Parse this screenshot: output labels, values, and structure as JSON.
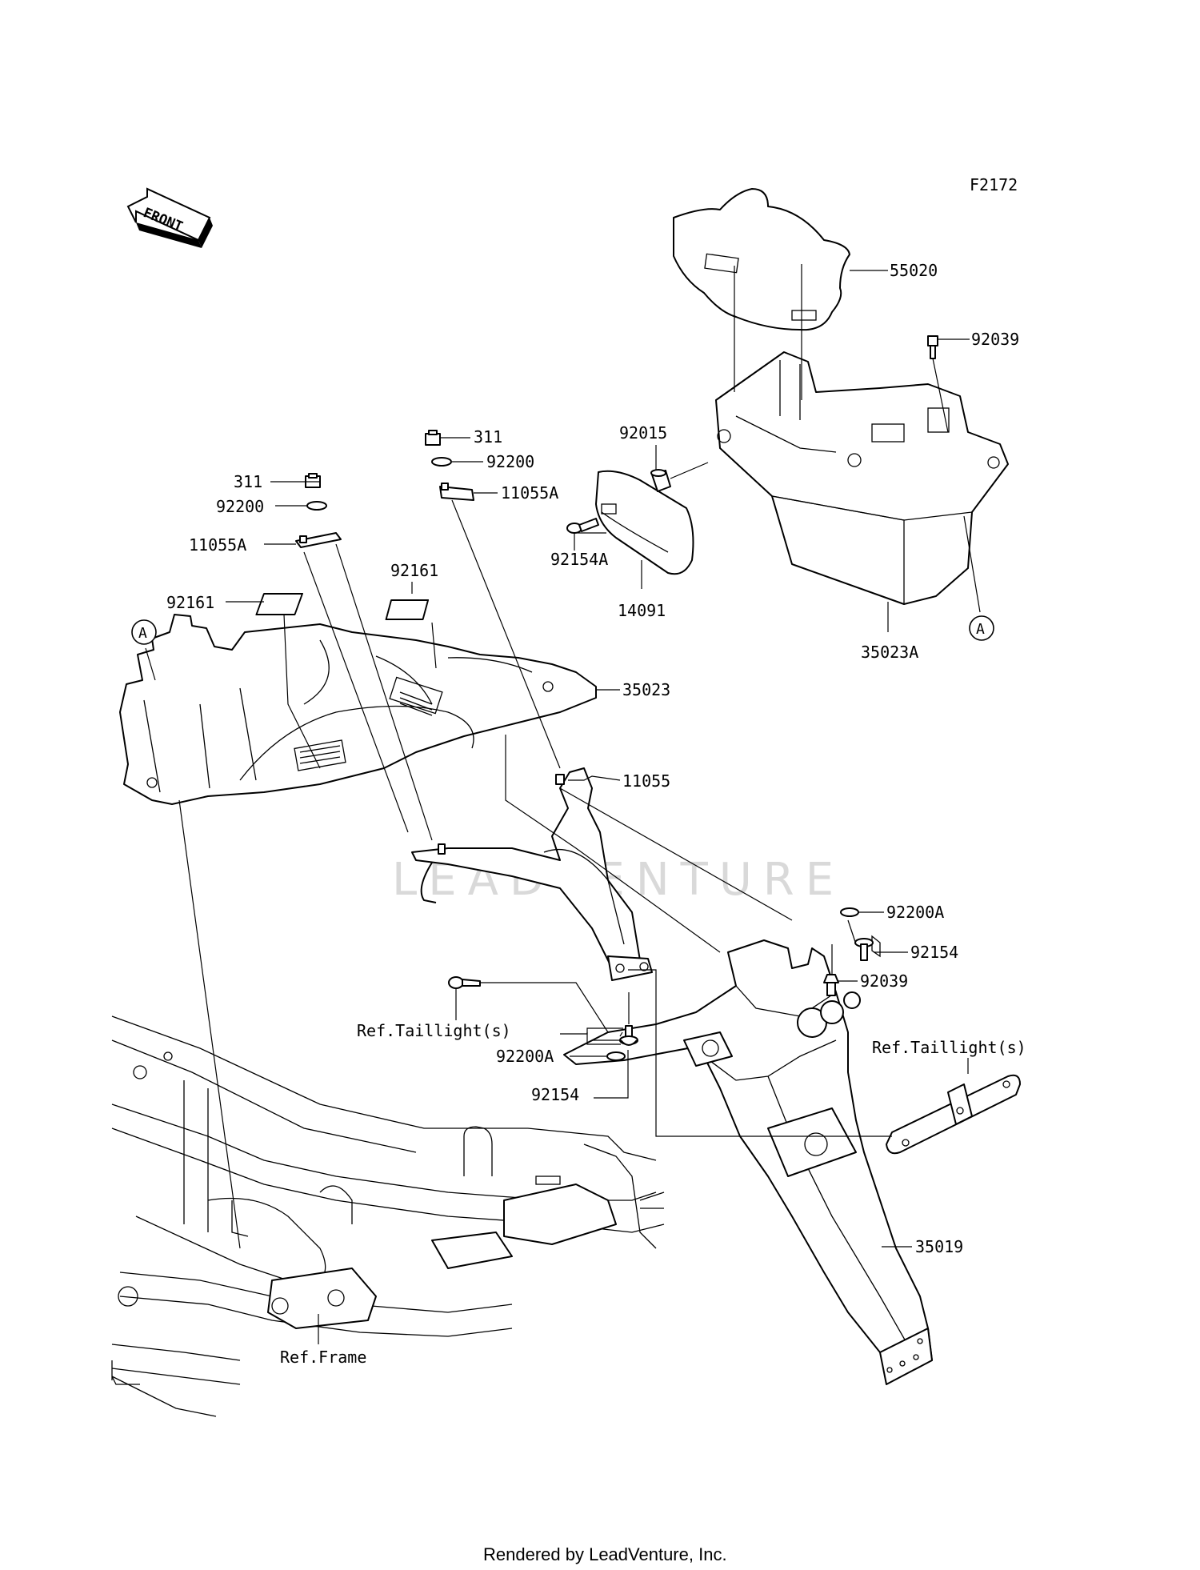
{
  "figure_code": "F2172",
  "orientation": "FRONT",
  "watermark": "LEADVENTURE",
  "footer": "Rendered by LeadVenture, Inc.",
  "callouts": [
    {
      "id": "a_left",
      "text": "A"
    },
    {
      "id": "a_right",
      "text": "A"
    }
  ],
  "parts": [
    {
      "id": "p55020",
      "label": "55020"
    },
    {
      "id": "p92039_top",
      "label": "92039"
    },
    {
      "id": "p92015",
      "label": "92015"
    },
    {
      "id": "p311_mid",
      "label": "311"
    },
    {
      "id": "p92200_mid",
      "label": "92200"
    },
    {
      "id": "p11055a_mid",
      "label": "11055A"
    },
    {
      "id": "p311_left",
      "label": "311"
    },
    {
      "id": "p92200_left",
      "label": "92200"
    },
    {
      "id": "p11055a_left",
      "label": "11055A"
    },
    {
      "id": "p92154a",
      "label": "92154A"
    },
    {
      "id": "p14091",
      "label": "14091"
    },
    {
      "id": "p35023a",
      "label": "35023A"
    },
    {
      "id": "p92161_a",
      "label": "92161"
    },
    {
      "id": "p92161_b",
      "label": "92161"
    },
    {
      "id": "p35023",
      "label": "35023"
    },
    {
      "id": "p11055",
      "label": "11055"
    },
    {
      "id": "p92200a_right",
      "label": "92200A"
    },
    {
      "id": "p92154_right",
      "label": "92154"
    },
    {
      "id": "p92039_right",
      "label": "92039"
    },
    {
      "id": "ref_taillight_left",
      "label": "Ref.Taillight(s)"
    },
    {
      "id": "ref_taillight_right",
      "label": "Ref.Taillight(s)"
    },
    {
      "id": "p92200a_left",
      "label": "92200A"
    },
    {
      "id": "p92154_left",
      "label": "92154"
    },
    {
      "id": "p35019",
      "label": "35019"
    },
    {
      "id": "ref_frame",
      "label": "Ref.Frame"
    }
  ]
}
